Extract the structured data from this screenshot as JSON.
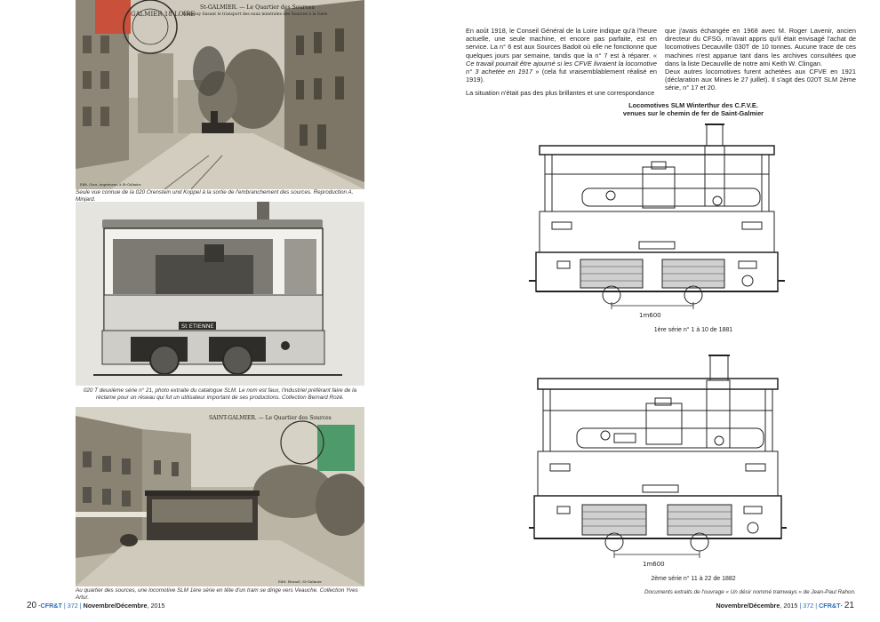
{
  "left_page": {
    "photo1_caption": "Seule vue connue de la 020 Orenstein und Koppel à la sortie de l'embranchement des sources. Reproduction A. Minjard.",
    "photo1_postcard": {
      "title": "St-GALMIER. — Le Quartier des Sources",
      "subtitle": "Tramway faisant le transport des eaux minérales des Sources à la Gare",
      "postmark": "GALMIER 18 LOIRE",
      "publisher": "Edit. Gros, imprimeur, à St-Galmier."
    },
    "photo2_caption": "020 T deuxième série n° 21, photo extraite du catalogue SLM. Le nom est faux, l'industriel préférant faire de la réclame pour un réseau qui fut un utilisateur important de ses productions. Collection Bernard Rozé.",
    "photo2_nameplate": "St ETIENNE",
    "photo3_caption": "Au quartier des sources, une locomotive SLM 1ère série en tête d'un tram se dirige vers Veauche. Collection Yves Artur.",
    "photo3_postcard": {
      "title": "SAINT-GALMIER. — Le Quartier des Sources",
      "publisher": "Edit. Brunel, St-Galmier"
    },
    "footer": {
      "page_number": "20",
      "separator": "-",
      "brand": "CFR&T",
      "issue": "372",
      "date": "Novembre/Décembre",
      "year": "2015"
    }
  },
  "right_page": {
    "col1_p1_before": "En août 1918, le Conseil Général de la Loire indique qu'à l'heure actuelle, une seule machine, et encore pas parfaite, est en service. La n° 6 est aux Sources Badoit où elle ne fonctionne que quelques jours par semaine, tandis que la n° 7 est à réparer. « ",
    "col1_p1_italic": "Ce travail pourrait être ajourné si les CFVE livraient la locomotive n° 3 achetée en 1917",
    "col1_p1_after": " » (cela fut vraisemblablement réalisé en 1919).",
    "col1_p2": "La situation n'était pas des plus brillantes et une correspondance",
    "col2_p1": "que j'avais échangée en 1968 avec M. Roger Lavenir, ancien directeur du CFSG, m'avait appris qu'il était envisagé l'achat de locomotives Decauville 030T de 10 tonnes. Aucune trace de ces machines n'est apparue tant dans les archives consultées que dans la liste Decauville de notre ami Keith W. Clingan.",
    "col2_p2": "Deux autres locomotives furent achetées aux CFVE en 1921 (déclaration aux Mines le 27 juillet). Il s'agit des 020T SLM 2ème série, n° 17 et 20.",
    "plates_title_line1": "Locomotives SLM Winterthur des C.F.V.E.",
    "plates_title_line2": "venues sur le chemin de fer de Saint-Galmier",
    "drawing1_scale": "1m600",
    "drawing1_label": "1ère série n° 1 à 10 de 1881",
    "drawing2_scale": "1m600",
    "drawing2_label": "2ème série n° 11 à 22 de 1882",
    "doc_credit": "Documents extraits de l'ouvrage « Un désir nommé tramways » de Jean-Paul Rahon.",
    "footer": {
      "date": "Novembre/Décembre",
      "year": "2015",
      "issue": "372",
      "brand": "CFR&T",
      "separator": "-",
      "page_number": "21"
    }
  },
  "colors": {
    "accent_blue": "#2c6fb5",
    "photo_sepia": "#bdb7a8",
    "stamp_red": "#c9503a",
    "stamp_green": "#4f9a6a"
  }
}
